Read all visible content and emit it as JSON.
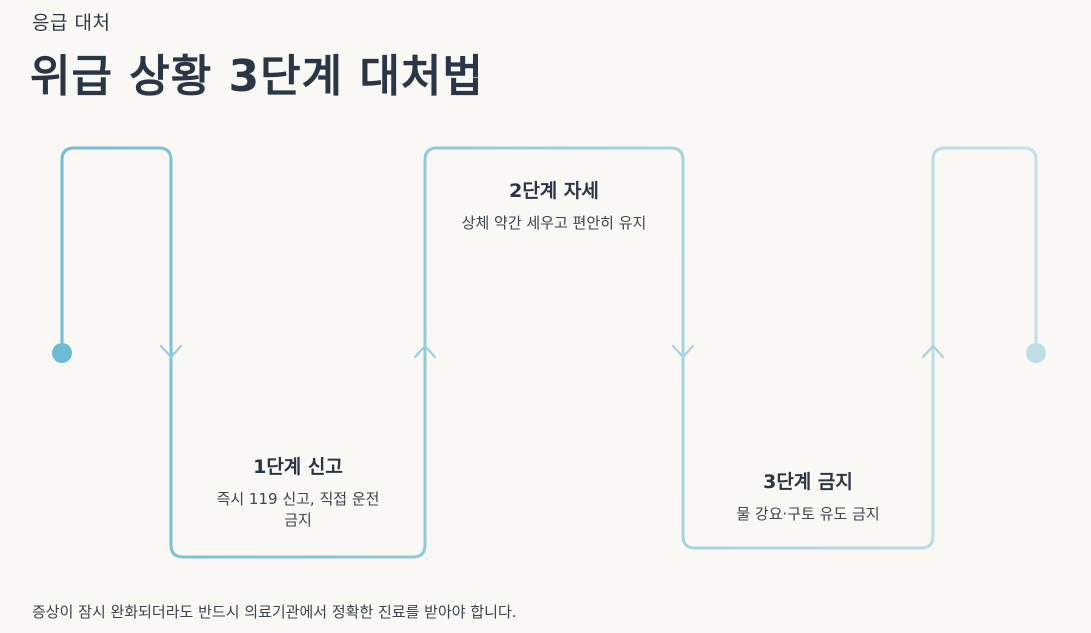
{
  "header": {
    "eyebrow": "응급 대처",
    "title": "위급 상황 3단계 대처법"
  },
  "steps": [
    {
      "title": "1단계 신고",
      "desc": "즉시 119 신고, 직접 운전 금지"
    },
    {
      "title": "2단계 자세",
      "desc": "상체 약간 세우고 편안히 유지"
    },
    {
      "title": "3단계 금지",
      "desc": "물 강요·구토 유도 금지"
    }
  ],
  "footer": {
    "note": "증상이 잠시 완화되더라도 반드시 의료기관에서 정확한 진료를 받아야 합니다."
  },
  "colors": {
    "line_start": "#74bdd5",
    "line_end": "#c2e0e9",
    "start_dot": "#6fbad5",
    "end_dot": "#bfdde6"
  }
}
